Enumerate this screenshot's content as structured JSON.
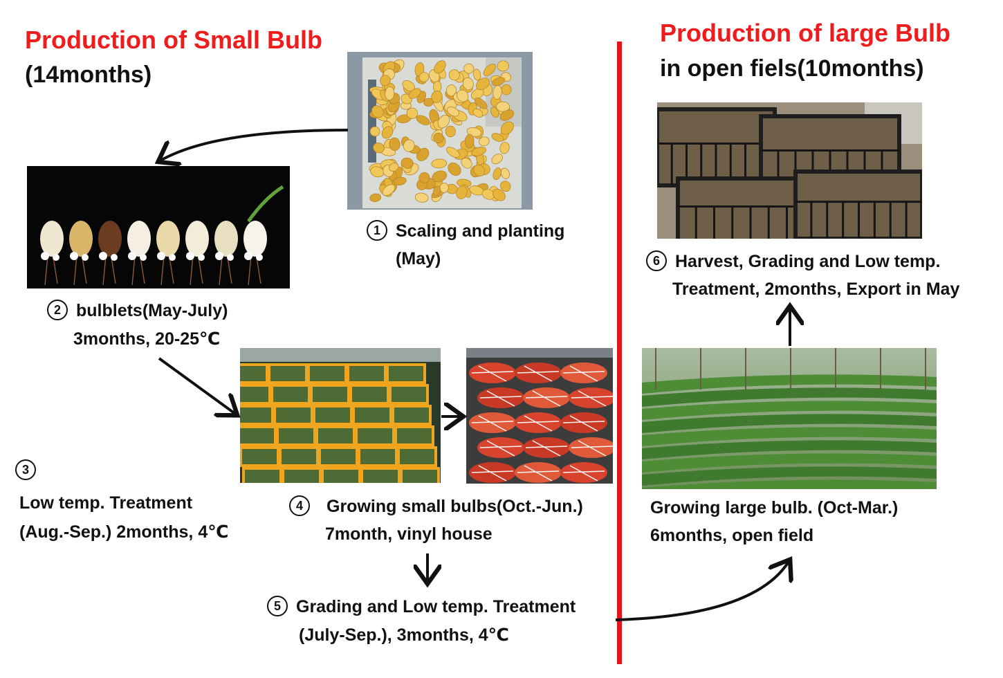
{
  "left_section": {
    "title": "Production of Small Bulb",
    "duration": "(14months)"
  },
  "right_section": {
    "title": "Production of large Bulb",
    "subtitle": "in open fiels(10months)"
  },
  "steps": {
    "s1": {
      "num": "1",
      "line1": "Scaling and planting",
      "line2": "(May)"
    },
    "s2": {
      "num": "2",
      "line1": "bulblets(May-July)",
      "line2": "3months, 20-25℃"
    },
    "s3": {
      "num": "3",
      "line1": "Low temp.  Treatment",
      "line2": "(Aug.-Sep.) 2months, 4℃"
    },
    "s4": {
      "num": "4",
      "line1": "Growing small bulbs(Oct.-Jun.)",
      "line2": "7month, vinyl house"
    },
    "s5": {
      "num": "5",
      "line1": "Grading and Low temp. Treatment",
      "line2": "(July-Sep.), 3months, 4℃"
    },
    "s6": {
      "num": "6",
      "line1": "Harvest, Grading and Low temp.",
      "line2": "Treatment, 2months, Export in May"
    },
    "growing_large": {
      "line1": "Growing large bulb. (Oct-Mar.)",
      "line2": "6months, open field"
    }
  },
  "colors": {
    "accent_red": "#ee1c1c",
    "divider": "#e5141b",
    "text": "#111111"
  }
}
